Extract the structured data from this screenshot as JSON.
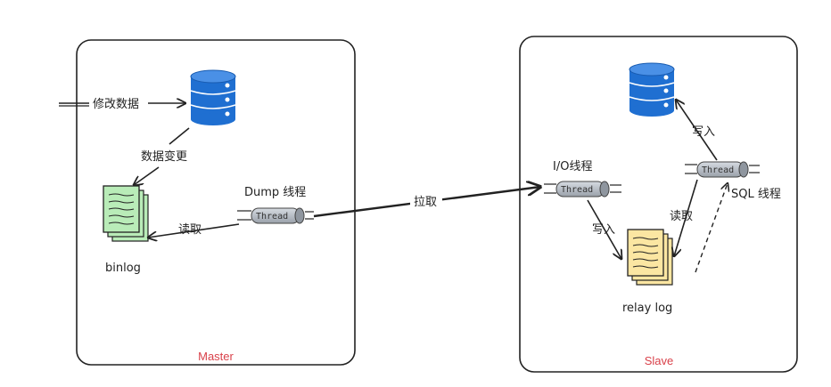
{
  "master": {
    "caption": "Master",
    "edge_modify": "修改数据",
    "edge_change": "数据变更",
    "binlog": "binlog",
    "dump_thread": "Dump 线程",
    "thread_label": "Thread",
    "edge_read": "读取"
  },
  "link": {
    "pull": "拉取"
  },
  "slave": {
    "caption": "Slave",
    "io_thread": "I/O线程",
    "io_thread_label": "Thread",
    "write_relay": "写入",
    "relay_log": "relay log",
    "sql_thread": "SQL 线程",
    "sql_thread_label": "Thread",
    "write_db": "写入",
    "read_relay": "读取"
  },
  "colors": {
    "db_blue": "#1f6fd1",
    "binlog_green": "#b9ecb8",
    "relaylog_yellow": "#fbe6a2",
    "caption_red": "#d9414a",
    "thread_gray": "#b8bec6"
  }
}
